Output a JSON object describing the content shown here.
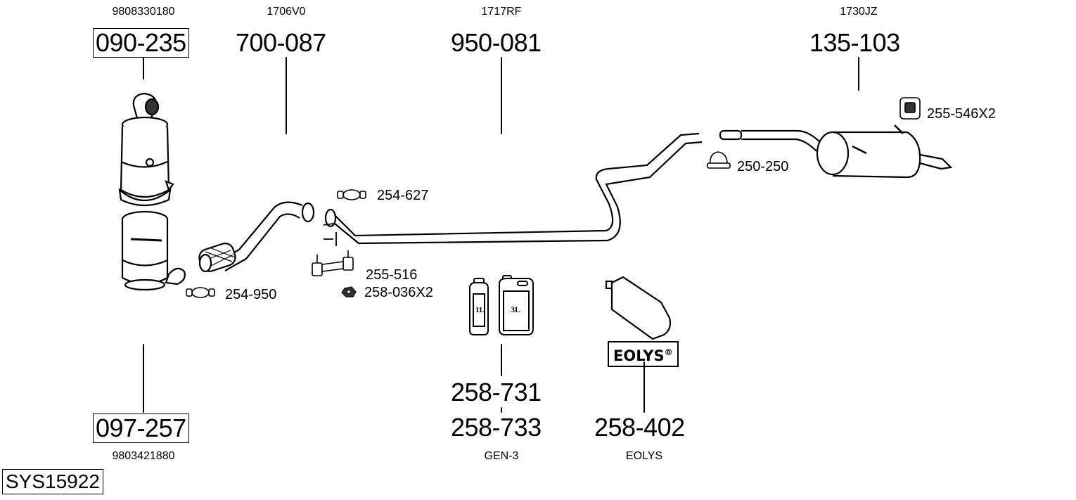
{
  "diagram": {
    "system_code": "SYS15922",
    "parts_top": [
      {
        "oem_ref": "9808330180",
        "part_no": "090-235",
        "boxed": true
      },
      {
        "oem_ref": "1706V0",
        "part_no": "700-087",
        "boxed": false
      },
      {
        "oem_ref": "1717RF",
        "part_no": "950-081",
        "boxed": false
      },
      {
        "oem_ref": "1730JZ",
        "part_no": "135-103",
        "boxed": false
      }
    ],
    "parts_bottom": [
      {
        "part_no": "097-257",
        "oem_ref": "9803421880",
        "boxed": true
      },
      {
        "part_no": "258-731",
        "part_no_alt": "258-733",
        "oem_ref": "GEN-3",
        "boxed": false
      },
      {
        "part_no": "258-402",
        "oem_ref": "EOLYS",
        "boxed": false
      }
    ],
    "accessories": [
      {
        "label": "254-627",
        "icon": "clamp-icon"
      },
      {
        "label": "254-950",
        "icon": "clamp-icon"
      },
      {
        "label": "255-516",
        "icon": "bracket-mount-icon"
      },
      {
        "label": "258-036X2",
        "icon": "nut-icon"
      },
      {
        "label": "250-250",
        "icon": "u-clamp-icon"
      },
      {
        "label": "255-546X2",
        "icon": "rubber-hanger-icon"
      }
    ],
    "fluid_containers": [
      {
        "volume_label": "1L"
      },
      {
        "volume_label": "3L"
      }
    ],
    "eolys_logo": {
      "text": "EOLYS",
      "mark": "®"
    }
  }
}
